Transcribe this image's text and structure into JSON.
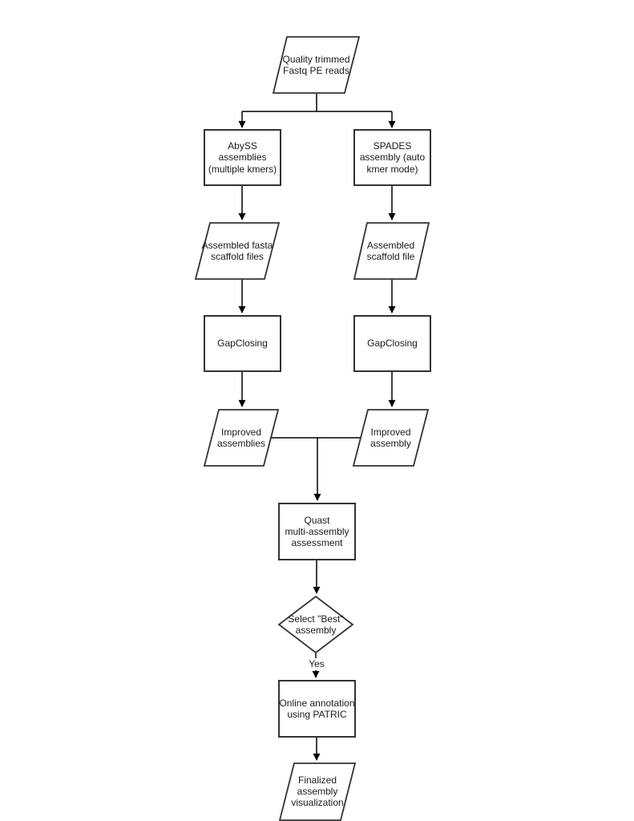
{
  "colors": {
    "background": "#ffffff",
    "shape_stroke": "#333333",
    "connector": "#000000",
    "text": "#1a1a1a"
  },
  "nodes": {
    "start": {
      "shape": "parallelogram",
      "label": "Quality trimmed\nFastq PE reads"
    },
    "abyss": {
      "shape": "rectangle",
      "label": "AbySS assemblies\n(multiple kmers)"
    },
    "spades": {
      "shape": "rectangle",
      "label": "SPADES\nassembly (auto\nkmer mode)"
    },
    "assembled_fasta": {
      "shape": "parallelogram",
      "label": "Assembled fasta\nscaffold files"
    },
    "assembled_scaffold": {
      "shape": "parallelogram",
      "label": "Assembled\nscaffold file"
    },
    "gapclosing_left": {
      "shape": "rectangle",
      "label": "GapClosing"
    },
    "gapclosing_right": {
      "shape": "rectangle",
      "label": "GapClosing"
    },
    "improved_assemblies": {
      "shape": "parallelogram",
      "label": "Improved\nassemblies"
    },
    "improved_assembly": {
      "shape": "parallelogram",
      "label": "Improved\nassembly"
    },
    "quast": {
      "shape": "rectangle",
      "label": "Quast\nmulti-assembly\nassessment"
    },
    "select_best": {
      "shape": "diamond",
      "label": "Select \"Best\"\nassembly"
    },
    "online_annotation": {
      "shape": "rectangle",
      "label": "Online annotation\nusing PATRIC"
    },
    "finalized": {
      "shape": "parallelogram",
      "label": "Finalized\nassembly\nvisualization"
    }
  },
  "edge_labels": {
    "yes": "Yes"
  }
}
